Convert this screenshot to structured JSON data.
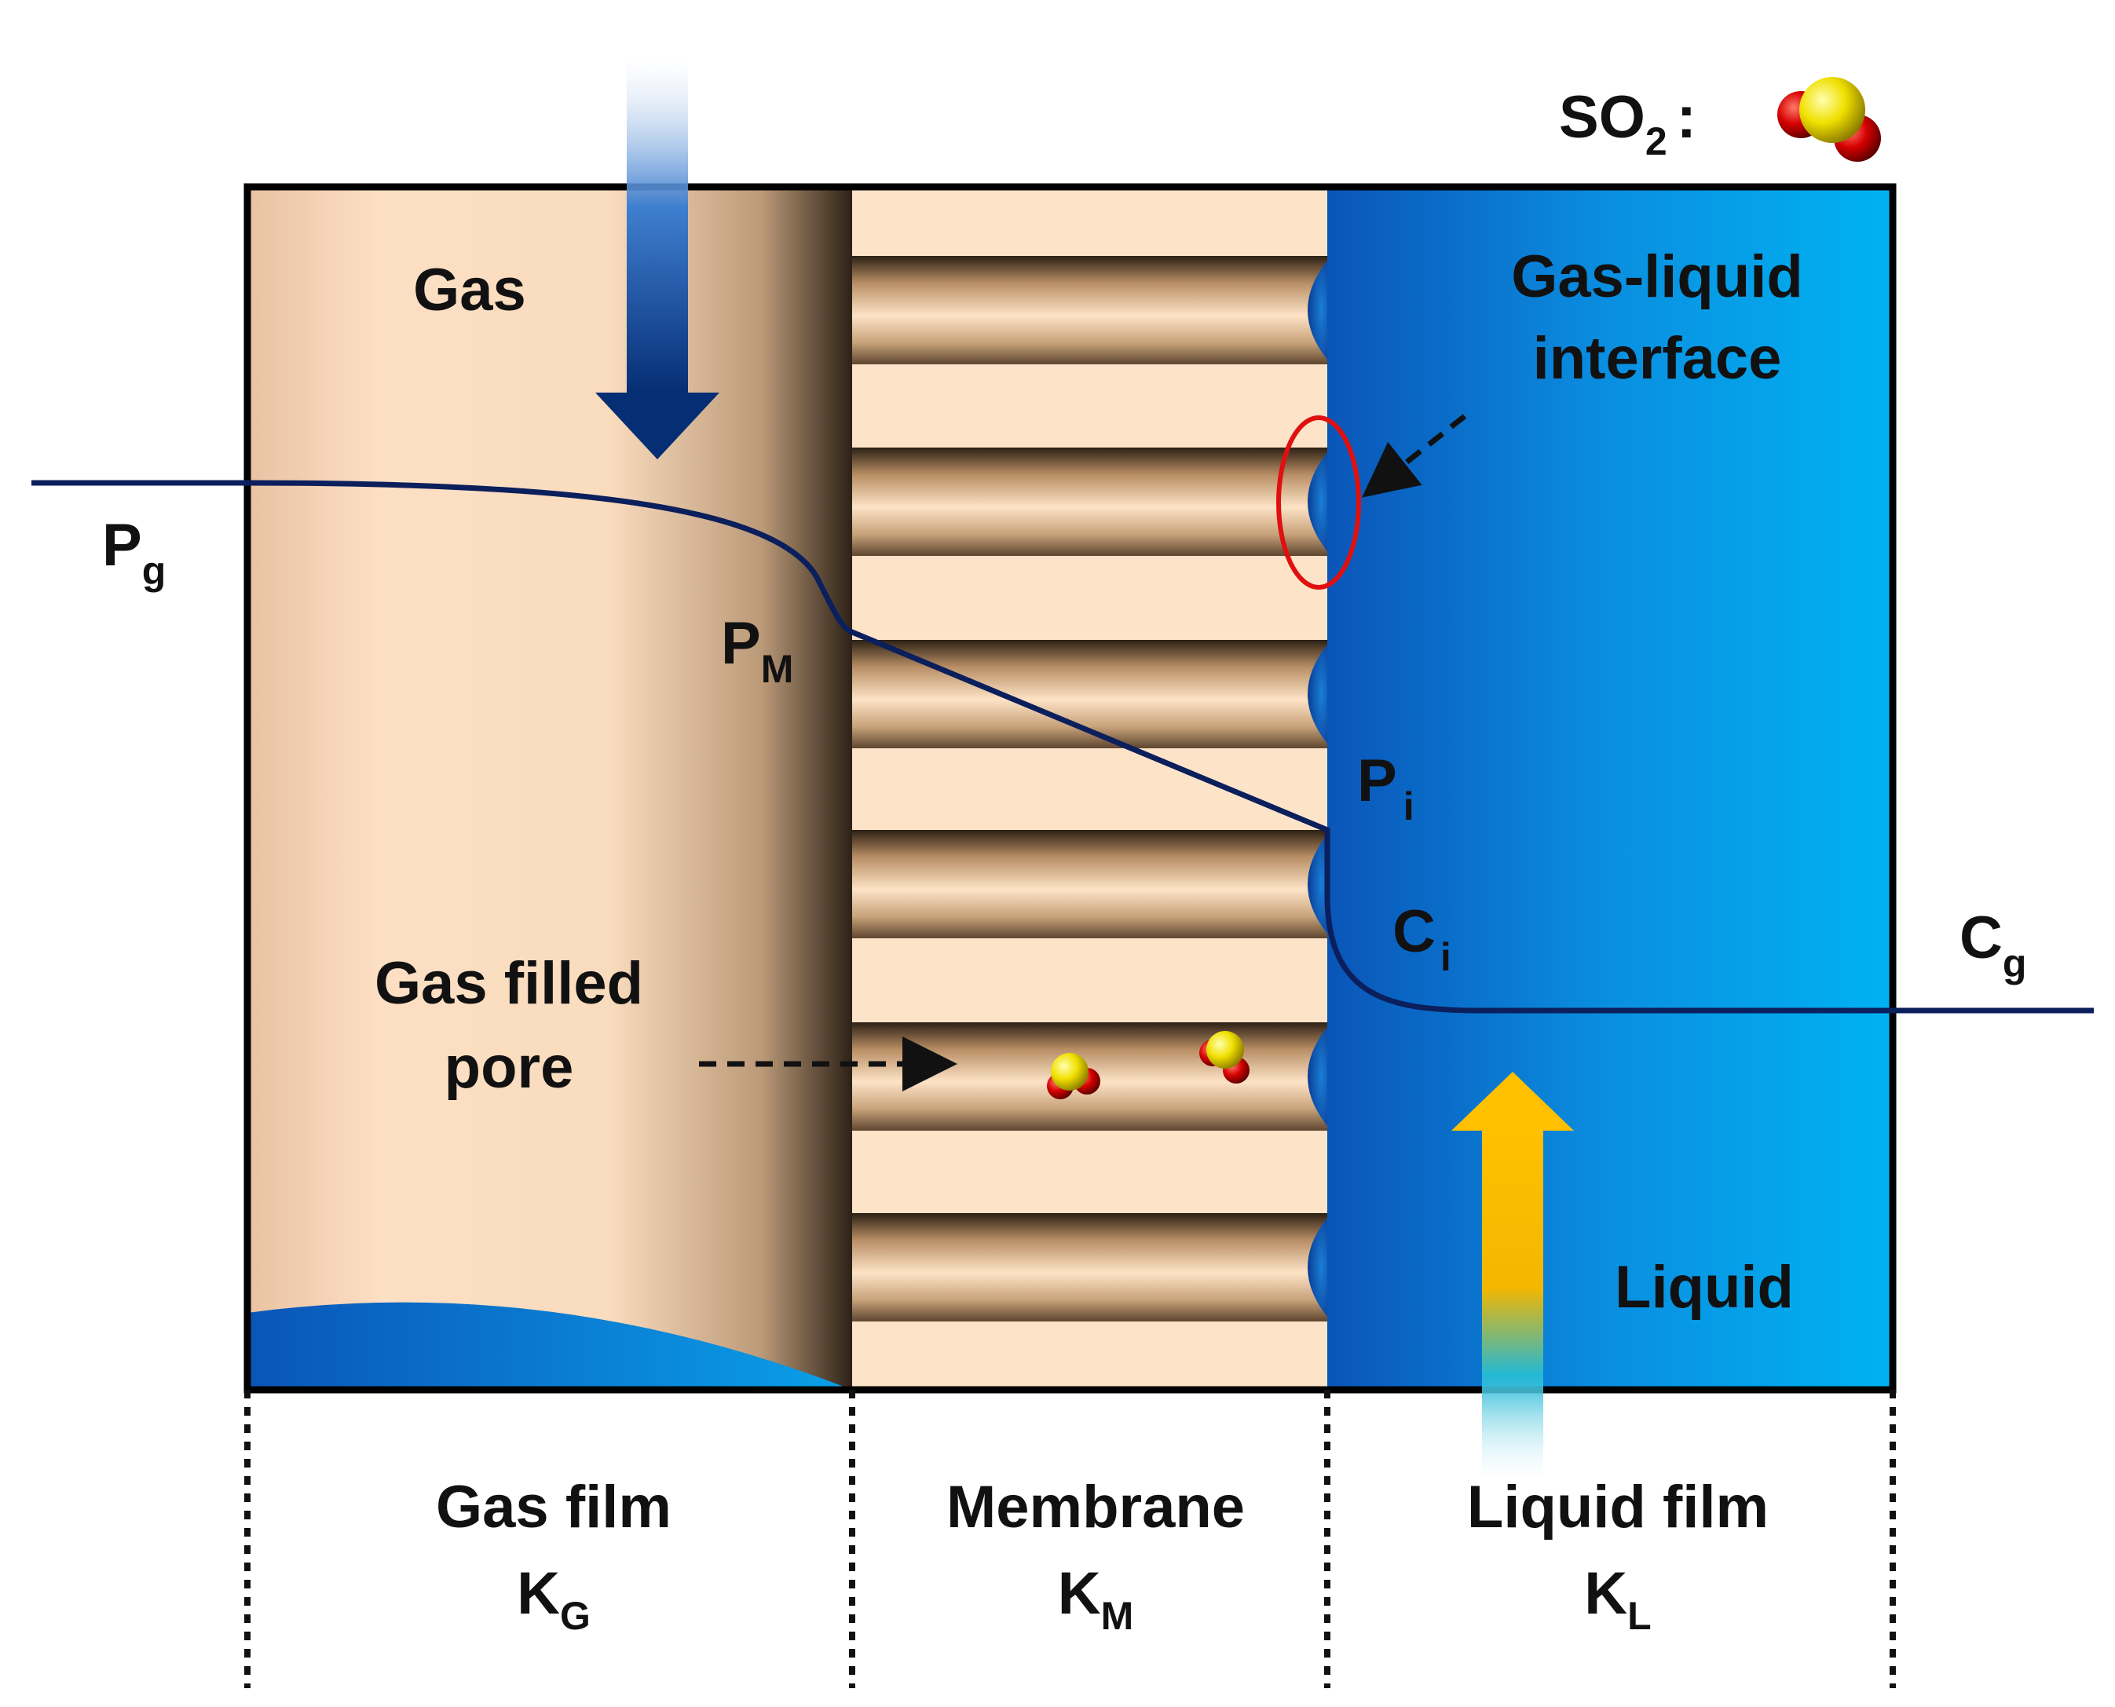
{
  "legend": {
    "prefix": "SO",
    "subscript": "2",
    "suffix": ":"
  },
  "regions": {
    "gas": "Gas",
    "liquid": "Liquid",
    "interface_line1": "Gas-liquid",
    "interface_line2": "interface",
    "pore_line1": "Gas filled",
    "pore_line2": "pore"
  },
  "profile_points": {
    "pg": {
      "main": "P",
      "sub": "g"
    },
    "pm": {
      "main": "P",
      "sub": "M"
    },
    "pi": {
      "main": "P",
      "sub": "i"
    },
    "ci": {
      "main": "C",
      "sub": "i"
    },
    "cg": {
      "main": "C",
      "sub": "g"
    }
  },
  "columns": [
    {
      "name": "Gas film",
      "k_main": "K",
      "k_sub": "G"
    },
    {
      "name": "Membrane",
      "k_main": "K",
      "k_sub": "M"
    },
    {
      "name": "Liquid film",
      "k_main": "K",
      "k_sub": "L"
    }
  ],
  "colors": {
    "profile_line": "#0b1f5c",
    "liquid": "#0aa8ec",
    "pore_wall": "#f6d6b6",
    "interface_marker": "#e01010",
    "gas_flow_arrow": "#0a3a8c",
    "liquid_flow_arrow": "#f6b800",
    "sulfur": "#f2e600",
    "oxygen": "#d60000"
  },
  "icons": [
    "so2-molecule-icon",
    "down-arrow-icon",
    "up-arrow-icon",
    "dashed-arrow-icon"
  ]
}
